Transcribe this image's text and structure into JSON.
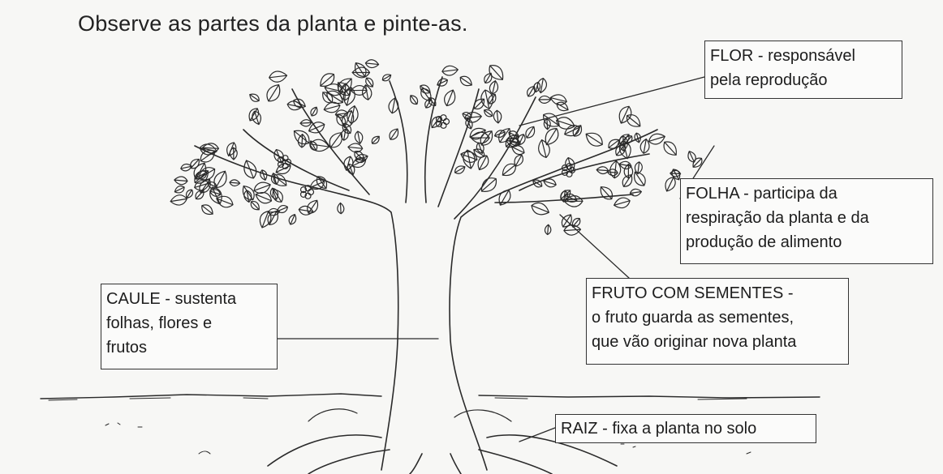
{
  "title": "Observe as partes da planta e pinte-as.",
  "labels": {
    "flor": "FLOR - responsável\npela reprodução",
    "folha": "FOLHA - participa da\nrespiração da planta e da\nprodução de alimento",
    "fruto": "FRUTO COM SEMENTES -\no fruto guarda as sementes,\nque vão originar nova planta",
    "caule": "CAULE - sustenta\nfolhas, flores e\nfrutos",
    "raiz": "RAIZ - fixa a planta no solo"
  },
  "colors": {
    "ink": "#2a2a2a",
    "paper": "#f7f7f5"
  }
}
